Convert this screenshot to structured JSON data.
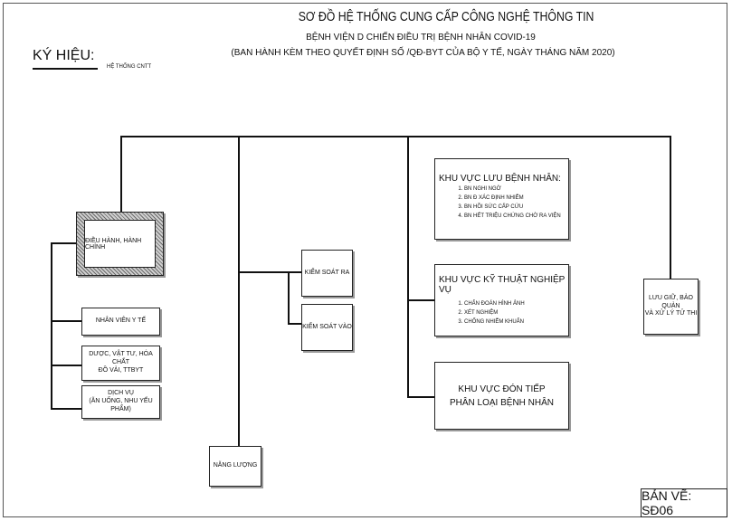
{
  "title": "SƠ ĐỒ  HỆ THỐNG CUNG CẤP CÔNG NGHỆ THÔNG TIN",
  "subtitle1": "BỆNH VIỆN D   CHIẾN ĐIỀU TRỊ BỆNH NHÂN COVID-19",
  "subtitle2": "(BAN HÀNH KÈM THEO QUYẾT ĐỊNH SỐ          /QĐ-BYT CỦA BỘ Y TẾ, NGÀY          THÁNG       NĂM 2020)",
  "legend": {
    "heading": "KÝ HIỆU:",
    "line_label": "HỆ THỐNG CNTT"
  },
  "left_group": {
    "main": "ĐIỀU HÀNH, HÀNH CHÍNH",
    "staff": "NHÂN VIÊN Y TẾ",
    "supplies": [
      "DƯỢC, VẬT TƯ, HÓA CHẤT",
      "ĐỒ VẢI, TTBYT"
    ],
    "services": [
      "DỊCH VỤ",
      "(ĂN UỐNG, NHU YẾU PHẨM)"
    ]
  },
  "control": {
    "out": "KIỂM SOÁT RA",
    "in": "KIỂM SOÁT VÀO",
    "energy": "NĂNG LƯỢNG"
  },
  "zones": {
    "patients": {
      "title": "KHU  VỰC LƯU BỆNH NHÂN:",
      "items": [
        "BN NGHI NGỜ",
        "BN Đ   XÁC ĐỊNH NHIỄM",
        "BN HỒI SỨC CẤP CỨU",
        "BN HẾT TRIỆU CHỨNG CHỜ RA VIỆN"
      ]
    },
    "technical": {
      "title": "KHU  VỰC KỸ THUẬT NGHIỆP VỤ",
      "items": [
        "CHẨN ĐOÁN HÌNH ẢNH",
        "XÉT NGHIỆM",
        "CHỐNG NHIỄM KHUẨN"
      ]
    },
    "reception": {
      "line1": "KHU  VỰC ĐÓN TIẾP",
      "line2": "PHÂN LOẠI BỆNH NHÂN"
    }
  },
  "storage": [
    "LƯU GIỮ, BẢO QUẢN",
    "VÀ XỬ LÝ TỬ THI"
  ],
  "drawing_no": "BẢN VẼ: SĐ06"
}
